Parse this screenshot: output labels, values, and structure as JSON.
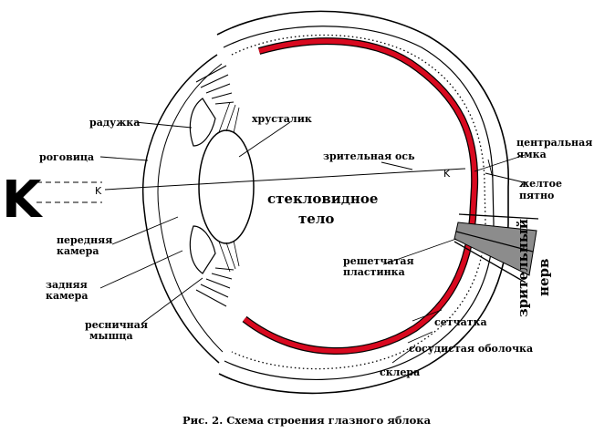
{
  "diagram": {
    "caption": "Рис. 2. Схема строения глазного яблока",
    "letter_big": "K",
    "letter_small": "K",
    "letter_retina": "K",
    "colors": {
      "retina": "#d8091f",
      "line": "#000000",
      "nerve": "#8c8c8c"
    },
    "labels": {
      "iris": "радужка",
      "cornea": "роговица",
      "lens": "хрусталик",
      "visual_axis": "зрительная ось",
      "fovea_1": "центральная",
      "fovea_2": "ямка",
      "macula_1": "желтое",
      "macula_2": "пятно",
      "vitreous_1": "стекловидное",
      "vitreous_2": "тело",
      "anterior_1": "передняя",
      "anterior_2": "камера",
      "posterior_1": "задняя",
      "posterior_2": "камера",
      "lamina_1": "решетчатая",
      "lamina_2": "пластинка",
      "optic_1": "зрительный",
      "optic_2": "нерв",
      "ciliary_1": "ресничная",
      "ciliary_2": "мышца",
      "retina": "сетчатка",
      "choroid": "сосудистая оболочка",
      "sclera": "склера"
    }
  }
}
